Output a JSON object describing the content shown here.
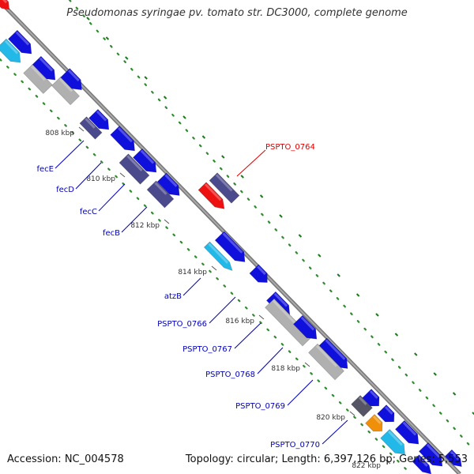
{
  "title": "Pseudomonas syringae pv. tomato str. DC3000, complete genome",
  "accession": "Accession: NC_004578",
  "summary": "Topology: circular; Length: 6,397,126 bp; Genes: 5,553",
  "colors": {
    "backbone": "#888888",
    "dots": "#2e8b2e",
    "tickmark": "#1a7a1a",
    "gene_blue": "#1010dd",
    "gene_purple": "#4b4a8c",
    "gene_grey": "#b0b0b0",
    "gene_cyan": "#22b8e8",
    "gene_red": "#ee1111",
    "gene_orange": "#f0900a",
    "gene_darkgrey": "#555566",
    "label_blue": "#0000bb",
    "label_red": "#dd0000"
  },
  "ticks": [
    {
      "label": "808 kbp"
    },
    {
      "label": "810 kbp"
    },
    {
      "label": "812 kbp"
    },
    {
      "label": "814 kbp"
    },
    {
      "label": "816 kbp"
    },
    {
      "label": "818 kbp"
    },
    {
      "label": "820 kbp"
    },
    {
      "label": "822 kbp"
    }
  ],
  "gene_labels": [
    {
      "name": "fecE",
      "color": "blue"
    },
    {
      "name": "fecD",
      "color": "blue"
    },
    {
      "name": "fecC",
      "color": "blue"
    },
    {
      "name": "fecB",
      "color": "blue"
    },
    {
      "name": "atzB",
      "color": "blue"
    },
    {
      "name": "PSPTO_0766",
      "color": "blue"
    },
    {
      "name": "PSPTO_0767",
      "color": "blue"
    },
    {
      "name": "PSPTO_0768",
      "color": "blue"
    },
    {
      "name": "PSPTO_0769",
      "color": "blue"
    },
    {
      "name": "PSPTO_0770",
      "color": "blue"
    },
    {
      "name": "PSPTO_0764",
      "color": "red"
    }
  ]
}
